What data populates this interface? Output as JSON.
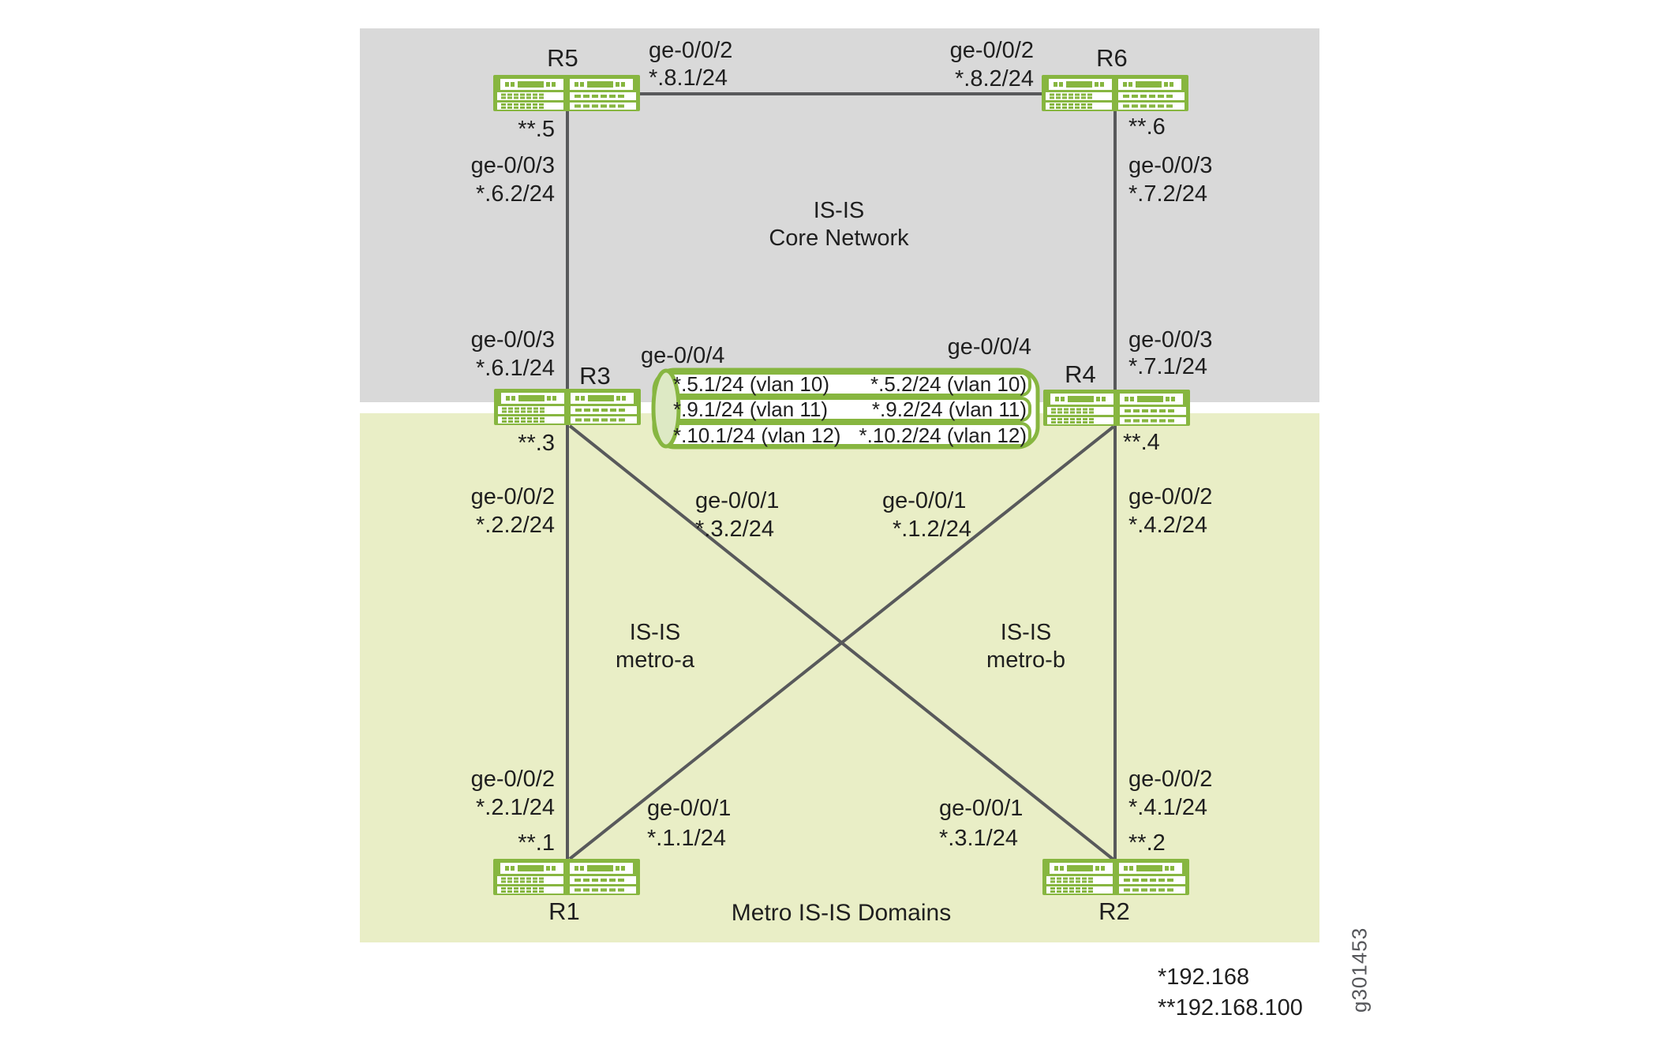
{
  "colors": {
    "region_core_bg": "#d9d9d9",
    "region_metro_bg": "#e9eec6",
    "router_green": "#87b640",
    "line_gray": "#58595b",
    "text_color": "#1f1f1f",
    "pipe_end_fill": "#dde9c4",
    "watermark_gray": "#55565a"
  },
  "regions": {
    "core": {
      "name_line1": "IS-IS",
      "name_line2": "Core Network"
    },
    "metro_a": {
      "name_line1": "IS-IS",
      "name_line2": "metro-a"
    },
    "metro_b": {
      "name_line1": "IS-IS",
      "name_line2": "metro-b"
    },
    "metro_banner": "Metro IS-IS Domains"
  },
  "routers": [
    {
      "name": "R5"
    },
    {
      "name": "R6"
    },
    {
      "name": "R3"
    },
    {
      "name": "R4"
    },
    {
      "name": "R1"
    },
    {
      "name": "R2"
    }
  ],
  "interface_labels": [
    {
      "text": "**.5"
    },
    {
      "text": "ge-0/0/3"
    },
    {
      "text": "*.6.2/24"
    },
    {
      "text": "ge-0/0/3"
    },
    {
      "text": "*.6.1/24"
    },
    {
      "text": "**.3"
    },
    {
      "text": "ge-0/0/2"
    },
    {
      "text": "*.2.2/24"
    },
    {
      "text": "ge-0/0/2"
    },
    {
      "text": "*.2.1/24"
    },
    {
      "text": "**.1"
    },
    {
      "text": "**.6"
    },
    {
      "text": "ge-0/0/3"
    },
    {
      "text": "*.7.2/24"
    },
    {
      "text": "ge-0/0/3"
    },
    {
      "text": "*.7.1/24"
    },
    {
      "text": "**.4"
    },
    {
      "text": "ge-0/0/2"
    },
    {
      "text": "*.4.2/24"
    },
    {
      "text": "ge-0/0/2"
    },
    {
      "text": "*.4.1/24"
    },
    {
      "text": "**.2"
    },
    {
      "text": "ge-0/0/2"
    },
    {
      "text": "*.8.1/24"
    },
    {
      "text": "ge-0/0/2"
    },
    {
      "text": "*.8.2/24"
    },
    {
      "text": "ge-0/0/4"
    },
    {
      "text": "ge-0/0/4"
    },
    {
      "text": "ge-0/0/1"
    },
    {
      "text": "*.3.2/24"
    },
    {
      "text": "ge-0/0/1"
    },
    {
      "text": "*.1.2/24"
    },
    {
      "text": "ge-0/0/1"
    },
    {
      "text": "*.1.1/24"
    },
    {
      "text": "ge-0/0/1"
    },
    {
      "text": "*.3.1/24"
    }
  ],
  "pipe": {
    "rows": [
      {
        "left": "*.5.1/24 (vlan 10)",
        "right": "*.5.2/24 (vlan 10)"
      },
      {
        "left": "*.9.1/24 (vlan 11)",
        "right": "*.9.2/24 (vlan 11)"
      },
      {
        "left": "*.10.1/24 (vlan 12)",
        "right": "*.10.2/24 (vlan 12)"
      }
    ]
  },
  "footnotes": {
    "star": "*192.168",
    "double_star": "**192.168.100"
  },
  "figure_id": "g301453"
}
